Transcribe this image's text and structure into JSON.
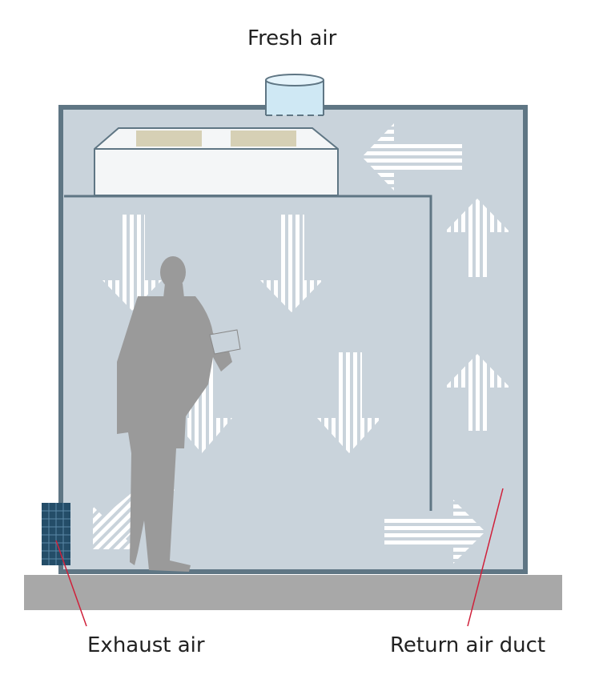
{
  "labels": {
    "fresh_air": "Fresh air",
    "exhaust_air": "Exhaust air",
    "return_air_duct": "Return air duct"
  },
  "colors": {
    "room_fill": "#c9d3db",
    "wall": "#5f7684",
    "floor": "#a8a8a8",
    "fan_unit": "#f4f6f7",
    "filter_pad": "#d6d0b5",
    "intake": "#cfe8f4",
    "exhaust_grille": "#244d68",
    "person": "#9a9a9a",
    "arrow": "#ffffff",
    "leader_line": "#d0203a"
  }
}
